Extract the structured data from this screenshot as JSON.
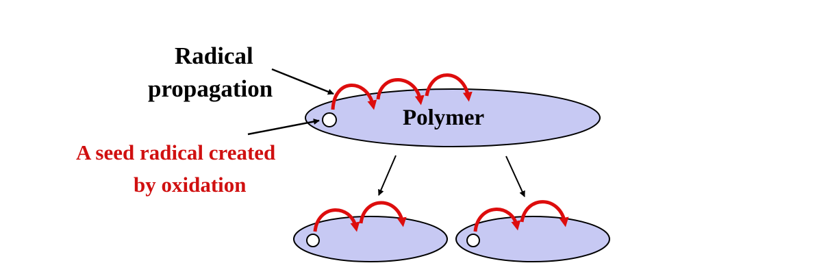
{
  "labels": {
    "radical_propagation": [
      "Radical",
      "propagation"
    ],
    "polymer": "Polymer",
    "seed_radical": [
      "A seed radical created",
      "by oxidation"
    ]
  },
  "colors": {
    "ellipse_fill": "#c7c9f3",
    "ellipse_stroke": "#000000",
    "radical_arrow": "#dd0d0d",
    "seed_label": "#d01010",
    "pointer_arrow": "#000000",
    "seed_circle_fill": "#ffffff"
  },
  "diagram": {
    "nodes": [
      "polymer",
      "fragment",
      "fragment"
    ],
    "edges": [
      "polymer -> fragment",
      "polymer -> fragment"
    ]
  }
}
